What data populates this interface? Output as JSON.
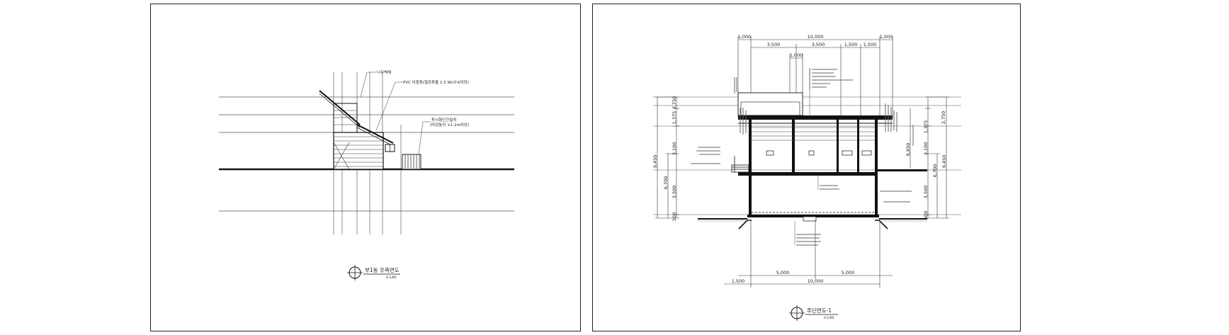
{
  "left_sheet": {
    "title": "부1동 우측면도",
    "scale": "S:1/80",
    "notes": {
      "cladding": "나무벽체",
      "window": "PVC 이중창(열관류율 1.5 W/㎡·K이하)",
      "railing_line1": "투시형난간설치",
      "railing_line2": "(마감높이 +1.2m이상)"
    }
  },
  "right_sheet": {
    "title": "주단면도-1",
    "scale": "S:1/80",
    "top_dims": {
      "row1": [
        "1,000",
        "10,000",
        "1,000"
      ],
      "row2": [
        "3,500",
        "3,500",
        "1,500",
        "1,500"
      ],
      "row3": "1,000"
    },
    "bottom_dims": {
      "row1": [
        "5,000",
        "5,000"
      ],
      "row2": [
        "1,500",
        "10,000"
      ]
    },
    "left_dims": {
      "outer": "9,450",
      "mid": [
        "6,700"
      ],
      "inner": [
        "2,750",
        "1,375",
        "3,100",
        "3,500",
        "100"
      ]
    },
    "right_dims": {
      "outer": "9,450",
      "mid": [
        "6,700"
      ],
      "inner": [
        "2,750",
        "1,375",
        "3,100",
        "3,500",
        "500"
      ],
      "extra": "8,850"
    }
  }
}
